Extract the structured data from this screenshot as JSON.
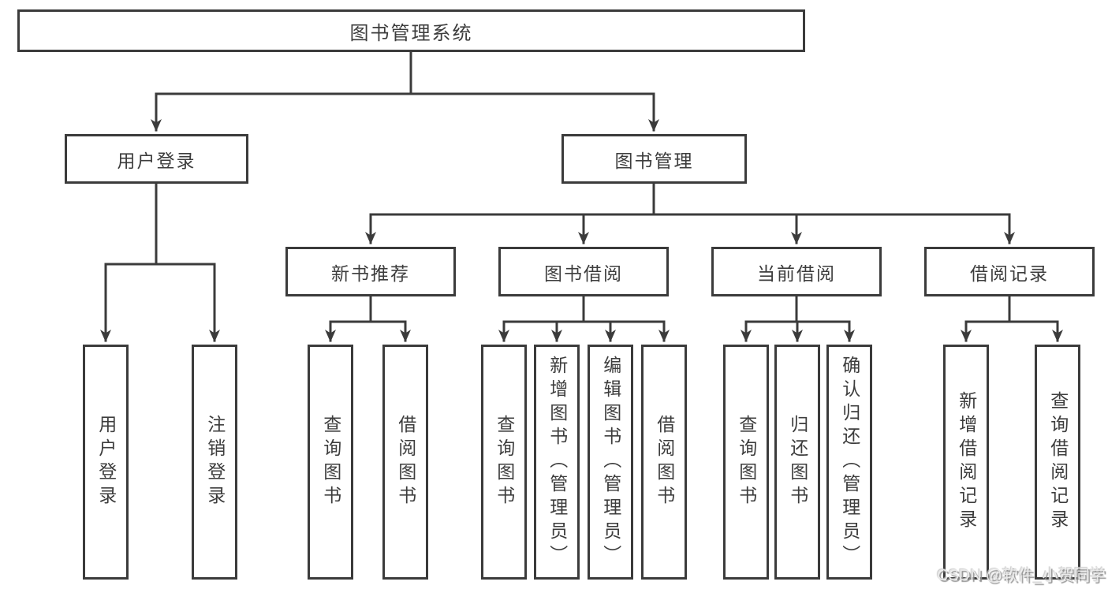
{
  "diagram": {
    "title": "图书管理系统",
    "level2": [
      {
        "label": "用户登录",
        "children": [
          {
            "label": "用户登录"
          },
          {
            "label": "注销登录"
          }
        ]
      },
      {
        "label": "图书管理",
        "children": [
          {
            "label": "新书推荐",
            "children": [
              {
                "label": "查询图书"
              },
              {
                "label": "借阅图书"
              }
            ]
          },
          {
            "label": "图书借阅",
            "children": [
              {
                "label": "查询图书"
              },
              {
                "label": "新增图书（管理员）"
              },
              {
                "label": "编辑图书（管理员）"
              },
              {
                "label": "借阅图书"
              }
            ]
          },
          {
            "label": "当前借阅",
            "children": [
              {
                "label": "查询图书"
              },
              {
                "label": "归还图书"
              },
              {
                "label": "确认归还（管理员）"
              }
            ]
          },
          {
            "label": "借阅记录",
            "children": [
              {
                "label": "新增借阅记录"
              },
              {
                "label": "查询借阅记录"
              }
            ]
          }
        ]
      }
    ]
  },
  "watermark": {
    "text": "CSDN @软件_小贺同学"
  },
  "colors": {
    "line": "#3b3b3b",
    "text": "#3d3d3d",
    "box_background": "#ffffff",
    "page_background": "#ffffff",
    "watermark_text": "#e9e9e9",
    "watermark_shadow": "#8f8f8f"
  }
}
